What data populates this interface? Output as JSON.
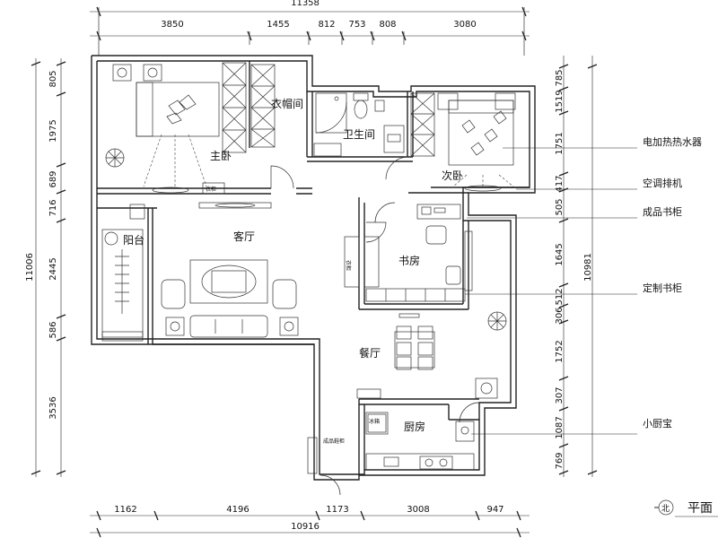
{
  "top_dims": {
    "overall": "11358",
    "segments": [
      "3850",
      "1455",
      "812",
      "753",
      "808",
      "3080"
    ]
  },
  "bottom_dims": {
    "overall": "10916",
    "segments": [
      "1162",
      "4196",
      "1173",
      "3008",
      "947"
    ]
  },
  "left_dims": {
    "overall": "11006",
    "segments": [
      "805",
      "1975",
      "689",
      "716",
      "2445",
      "586",
      "3536"
    ]
  },
  "right_dims": {
    "overall": "10981",
    "segments": [
      "785",
      "1519",
      "1751",
      "417",
      "505",
      "1645",
      "512",
      "306",
      "1752",
      "307",
      "1087",
      "769"
    ]
  },
  "rooms": {
    "master_bedroom": "主卧",
    "cloakroom": "衣帽间",
    "bathroom": "卫生间",
    "second_bedroom": "次卧",
    "living_room": "客厅",
    "balcony": "阳台",
    "study": "书房",
    "dining": "餐厅",
    "kitchen": "厨房"
  },
  "annotations": {
    "water_heater": "电加热热水器",
    "ac_unit": "空调排机",
    "ready_bookcase": "成品书柜",
    "custom_bookcase": "定制书柜",
    "kitchen_treasure": "小厨宝"
  },
  "small_labels": {
    "shoe_cabinet": "成品鞋柜",
    "fridge": "冰箱",
    "wardrobe_1": "衣柜",
    "wardrobe_2": "衣柜"
  },
  "title": {
    "north": "北",
    "text": "平面"
  }
}
